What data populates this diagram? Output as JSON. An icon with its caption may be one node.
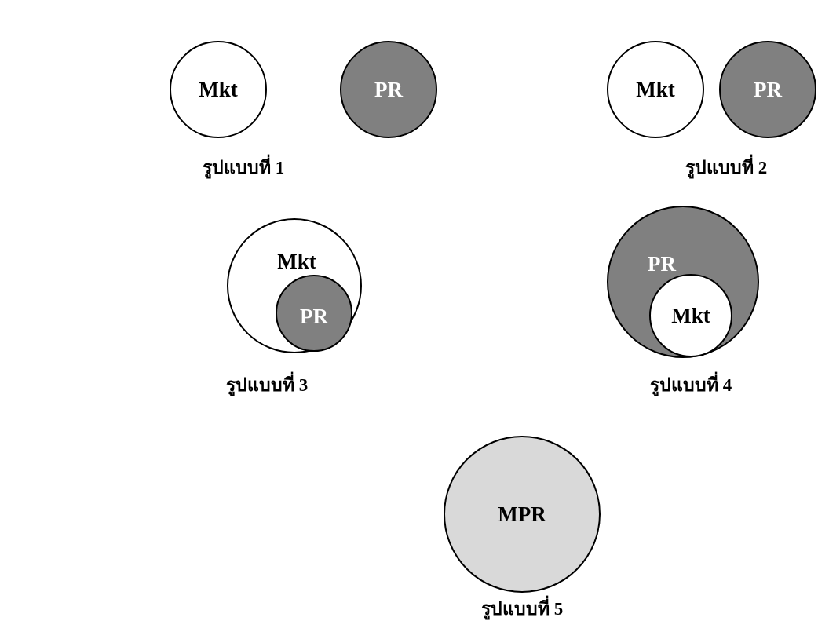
{
  "diagram": {
    "nodes": [
      {
        "text": [
          "Mkt"
        ]
      },
      {
        "text": [
          "PR"
        ]
      },
      {
        "text": [
          "Mkt"
        ]
      },
      {
        "text": [
          "PR"
        ]
      },
      {
        "text": [
          "Mkt"
        ]
      },
      {
        "text": [
          "PR"
        ],
        "in": 4
      },
      {
        "text": [
          "PR"
        ]
      },
      {
        "text": [
          "Mkt"
        ],
        "in": 6
      },
      {
        "text": [
          "MPR"
        ]
      }
    ],
    "labels": [
      "รูปแบบที่ 1",
      "รูปแบบที่ 2",
      "รูปแบบที่ 3",
      "รูปแบบที่ 4",
      "รูปแบบที่ 5"
    ]
  }
}
